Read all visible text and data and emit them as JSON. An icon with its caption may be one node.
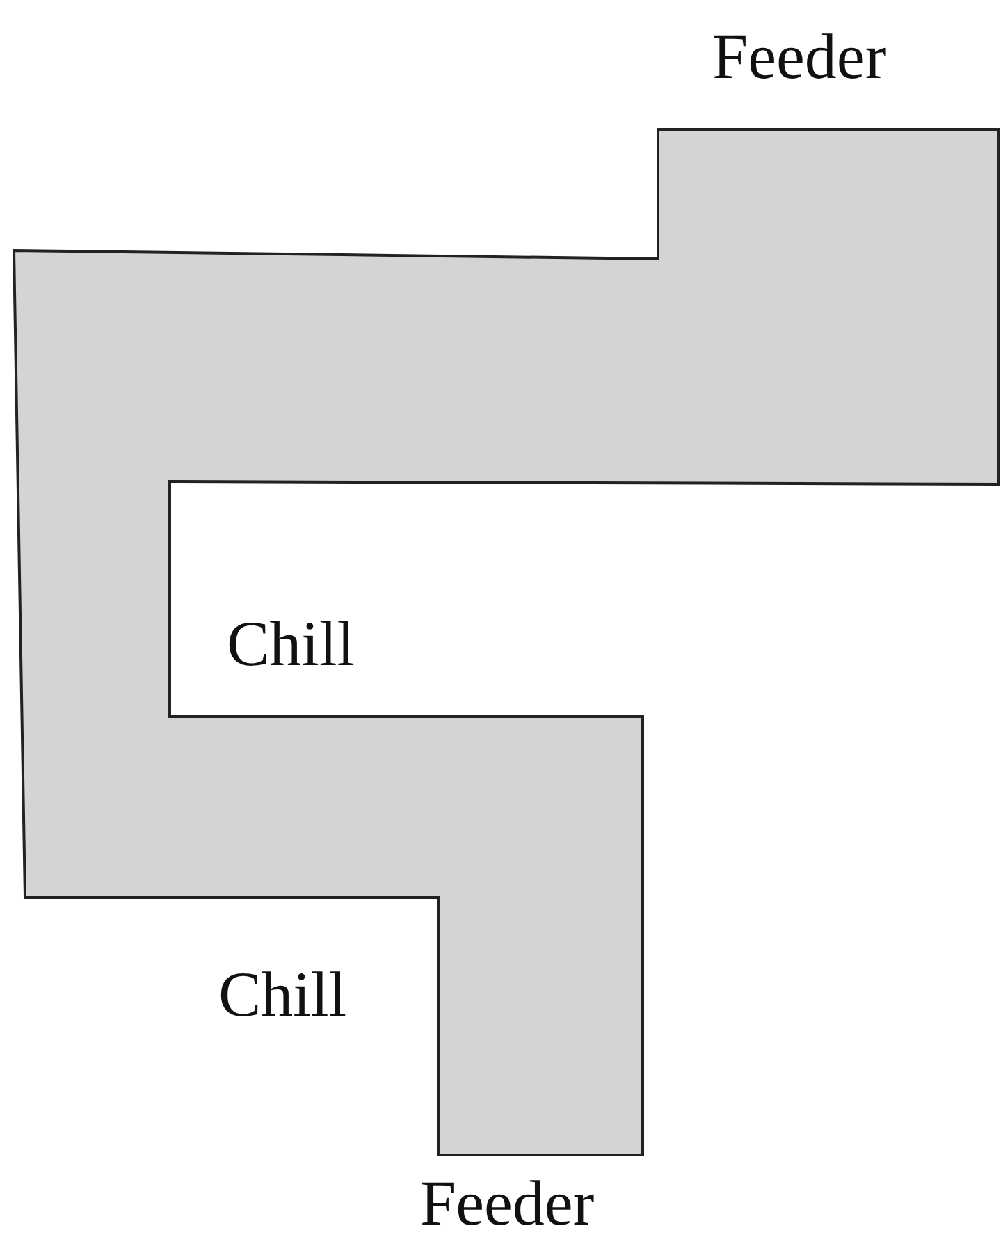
{
  "diagram": {
    "labels": [
      "Feeder",
      "Chill",
      "Chill",
      "Feeder"
    ]
  }
}
